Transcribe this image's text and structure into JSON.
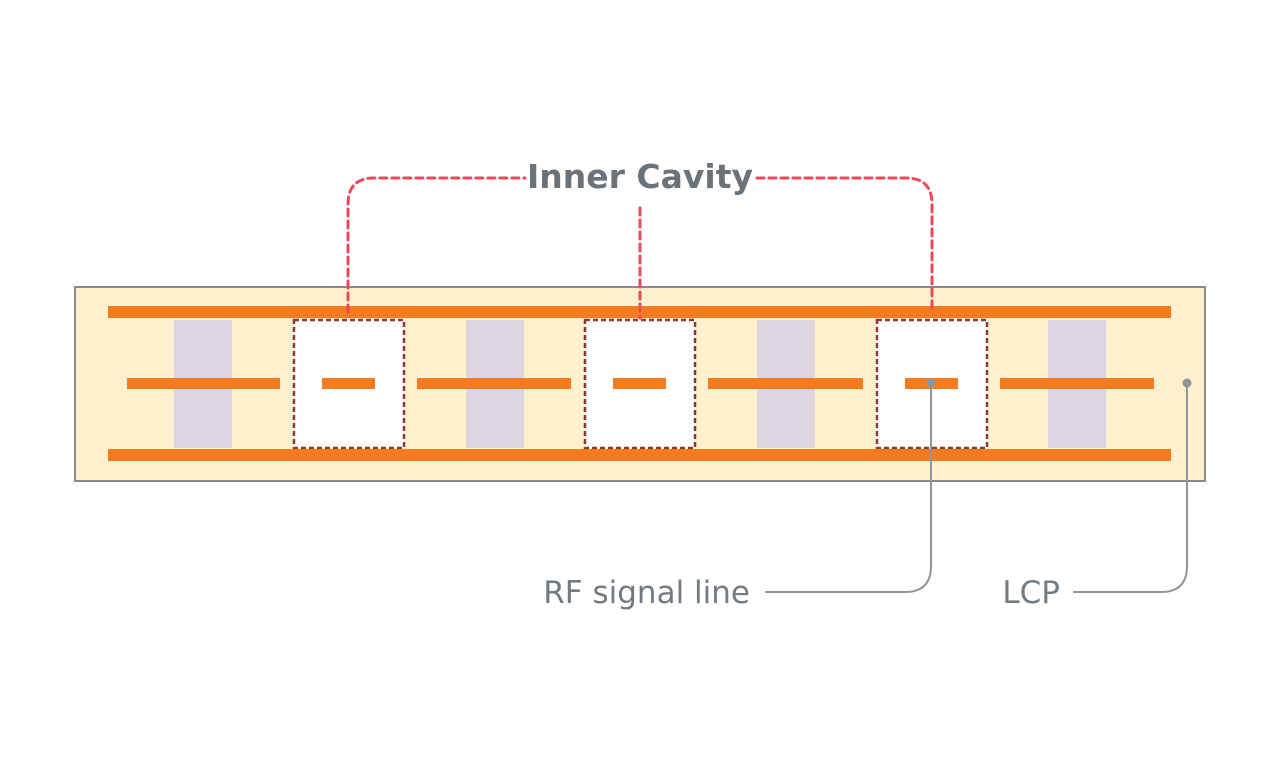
{
  "diagram": {
    "title": "Inner Cavity",
    "labels": {
      "rf_signal_line": "RF signal line",
      "lcp": "LCP"
    }
  },
  "colors": {
    "substrate_fill": "#fdf0cf",
    "substrate_border": "#8a8a8a",
    "copper": "#f57b21",
    "via": "#ddd5e0",
    "cavity_fill": "#ffffff",
    "cavity_border": "#8a3a3a",
    "bracket": "#e84a5a",
    "title_text": "#6a737a",
    "callout_text": "#737b82",
    "leader_line": "#8e969c"
  }
}
